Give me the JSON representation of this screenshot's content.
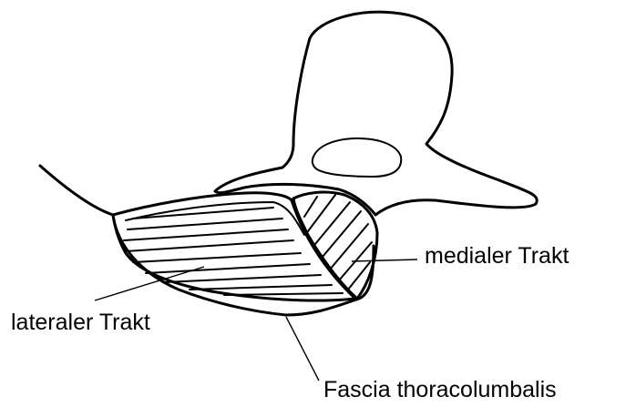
{
  "labels": {
    "medial_tract": "medialer Trakt",
    "lateral_tract": "lateraler Trakt",
    "fascia": "Fascia thoracolumbalis"
  }
}
